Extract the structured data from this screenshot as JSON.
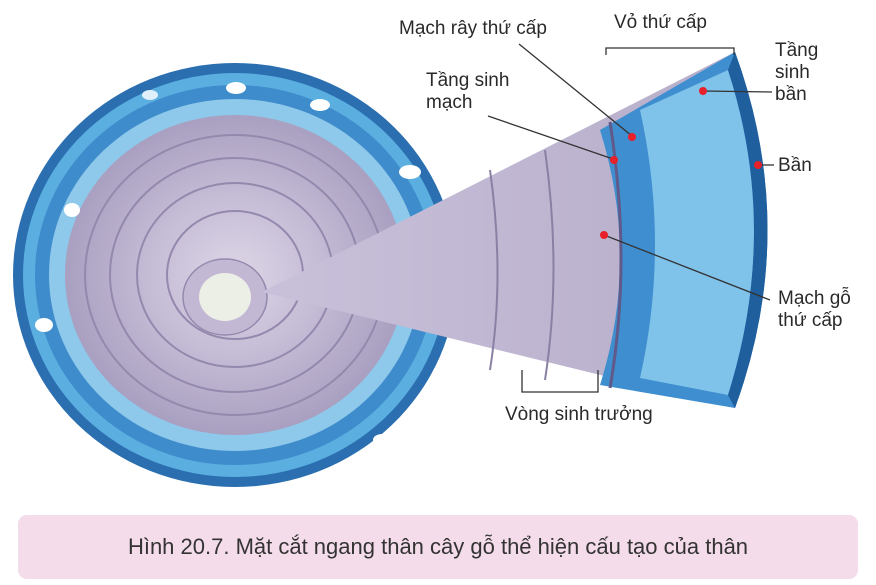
{
  "labels": {
    "mach_ray": "Mạch rây  thứ cấp",
    "vo_thu_cap": "Vỏ thứ cấp",
    "tang_sinh_ban": "Tầng sinh bần",
    "tang_sinh_mach": "Tầng sinh mạch",
    "ban": "Bần",
    "mach_go": "Mạch gỗ thứ cấp",
    "vong_sinh_truong": "Vòng sinh trưởng"
  },
  "caption": "Hình 20.7. Mặt cắt ngang thân cây gỗ thể hiện cấu tạo của thân",
  "colors": {
    "bark_blue": "#2f7fc0",
    "wood_lavender": "#b9b0cc",
    "marker_red": "#e8202a",
    "caption_bg": "#f4dcea"
  }
}
